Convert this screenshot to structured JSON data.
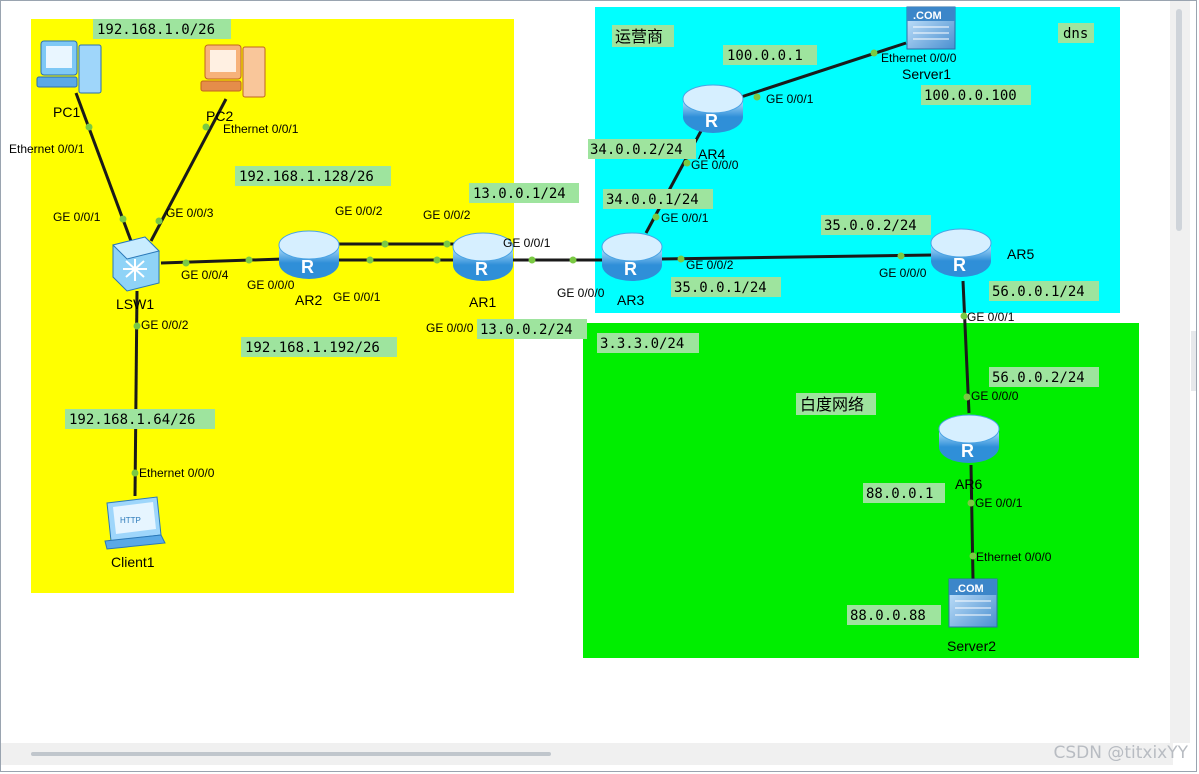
{
  "zones": {
    "carrier_label": "运营商",
    "dns_label": "dns",
    "baidu_label": "白度网络"
  },
  "colors": {
    "zone_lan": "#ffff00",
    "zone_carrier": "#00ffff",
    "zone_baidu": "#00ee00",
    "ip_label_bg": "#9ee49e",
    "link_dot": "#7ac943"
  },
  "devices": {
    "pc1": "PC1",
    "pc2": "PC2",
    "lsw1": "LSW1",
    "ar2": "AR2",
    "ar1": "AR1",
    "ar3": "AR3",
    "ar4": "AR4",
    "ar5": "AR5",
    "ar6": "AR6",
    "server1": "Server1",
    "server2": "Server2",
    "client1": "Client1"
  },
  "icons": {
    "pc": "desktop-pc-icon",
    "switch": "switch-icon",
    "router": "router-icon",
    "server": "dotcom-server-icon",
    "client": "http-client-icon"
  },
  "ips": {
    "net_pc": "192.168.1.0/26",
    "net_ar2_lsw": "192.168.1.128/26",
    "net_ar2_ar1": "192.168.1.192/26",
    "net_client": "192.168.1.64/26",
    "ar1_g001": "13.0.0.1/24",
    "ar1_g000": "13.0.0.2/24",
    "ar3_to_ar4": "34.0.0.1/24",
    "ar4_to_ar3": "34.0.0.2/24",
    "ar4_to_server": "100.0.0.1",
    "server1_ip": "100.0.0.100",
    "ar5_to_ar3": "35.0.0.2/24",
    "ar3_to_ar5": "35.0.0.1/24",
    "ar5_to_ar6": "56.0.0.1/24",
    "ar6_to_ar5": "56.0.0.2/24",
    "lo_net": "3.3.3.0/24",
    "ar6_to_server": "88.0.0.1",
    "server2_ip": "88.0.0.88"
  },
  "interfaces": {
    "pc1_eth": "Ethernet 0/0/1",
    "pc2_eth": "Ethernet 0/0/1",
    "lsw_g001": "GE 0/0/1",
    "lsw_g003": "GE 0/0/3",
    "lsw_g004": "GE 0/0/4",
    "lsw_g002": "GE 0/0/2",
    "client_eth": "Ethernet 0/0/0",
    "ar2_g000": "GE 0/0/0",
    "ar2_g002": "GE 0/0/2",
    "ar2_g001": "GE 0/0/1",
    "ar1_g002": "GE 0/0/2",
    "ar1_g001": "GE 0/0/1",
    "ar1_g000": "GE 0/0/0",
    "ar3_g000": "GE 0/0/0",
    "ar3_g001": "GE 0/0/1",
    "ar3_g002": "GE 0/0/2",
    "ar4_g000": "GE 0/0/0",
    "ar4_g001": "GE 0/0/1",
    "server1_eth": "Ethernet 0/0/0",
    "ar5_g000": "GE 0/0/0",
    "ar5_g001": "GE 0/0/1",
    "ar6_g000": "GE 0/0/0",
    "ar6_g001": "GE 0/0/1",
    "server2_eth": "Ethernet 0/0/0"
  },
  "server_badge": ".COM",
  "client_badge": "HTTP",
  "watermark": "CSDN @titxixYY"
}
